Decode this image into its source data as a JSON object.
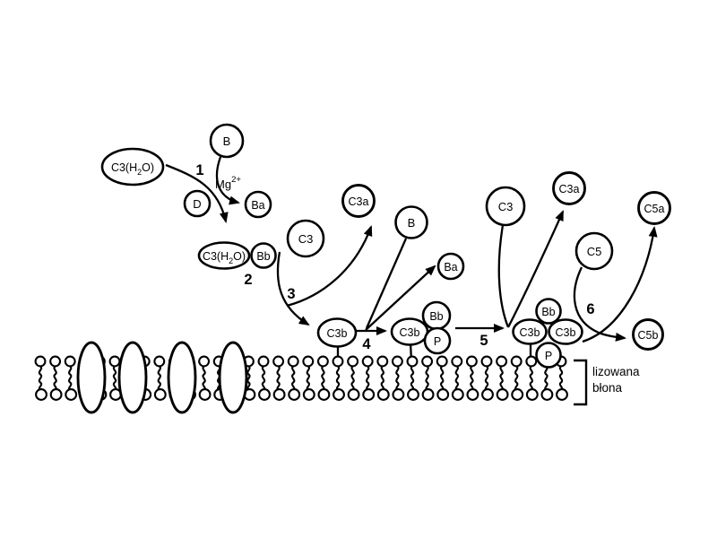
{
  "colors": {
    "node_fill": "#ffffff",
    "red": "#e8251d",
    "yellow": "#f2e23d",
    "blue": "#b5d8e5",
    "protein_blue": "#aed3e2",
    "step_number": "#a32e28",
    "line": "#000000",
    "background": "#ffffff"
  },
  "nodes": {
    "c3h2o_1": {
      "pre": "C3(H",
      "sub": "2",
      "post": "O)"
    },
    "b1": {
      "label": "B"
    },
    "d": {
      "label": "D"
    },
    "ba1": {
      "label": "Ba"
    },
    "c3h2o_2": {
      "pre": "C3(H",
      "sub": "2",
      "post": "O)"
    },
    "bb1": {
      "label": "Bb"
    },
    "c3_1": {
      "label": "C3"
    },
    "c3a_1": {
      "label": "C3a"
    },
    "b2": {
      "label": "B"
    },
    "ba2": {
      "label": "Ba"
    },
    "c3b_1": {
      "label": "C3b"
    },
    "c3b_2": {
      "label": "C3b"
    },
    "bb2": {
      "label": "Bb"
    },
    "p1": {
      "label": "P"
    },
    "c3_2": {
      "label": "C3"
    },
    "c3a_2": {
      "label": "C3a"
    },
    "c5": {
      "label": "C5"
    },
    "c5a": {
      "label": "C5a"
    },
    "c5b": {
      "label": "C5b"
    },
    "bb3": {
      "label": "Bb"
    },
    "c3b_3": {
      "label": "C3b"
    },
    "c3b_4": {
      "label": "C3b"
    },
    "p2": {
      "label": "P"
    }
  },
  "annotations": {
    "mg": {
      "pre": "Mg",
      "sup": "2+"
    },
    "membrane_caption_line1": "lizowana",
    "membrane_caption_line2": "błona"
  },
  "steps": {
    "s1": "1",
    "s2": "2",
    "s3": "3",
    "s4": "4",
    "s5": "5",
    "s6": "6"
  }
}
